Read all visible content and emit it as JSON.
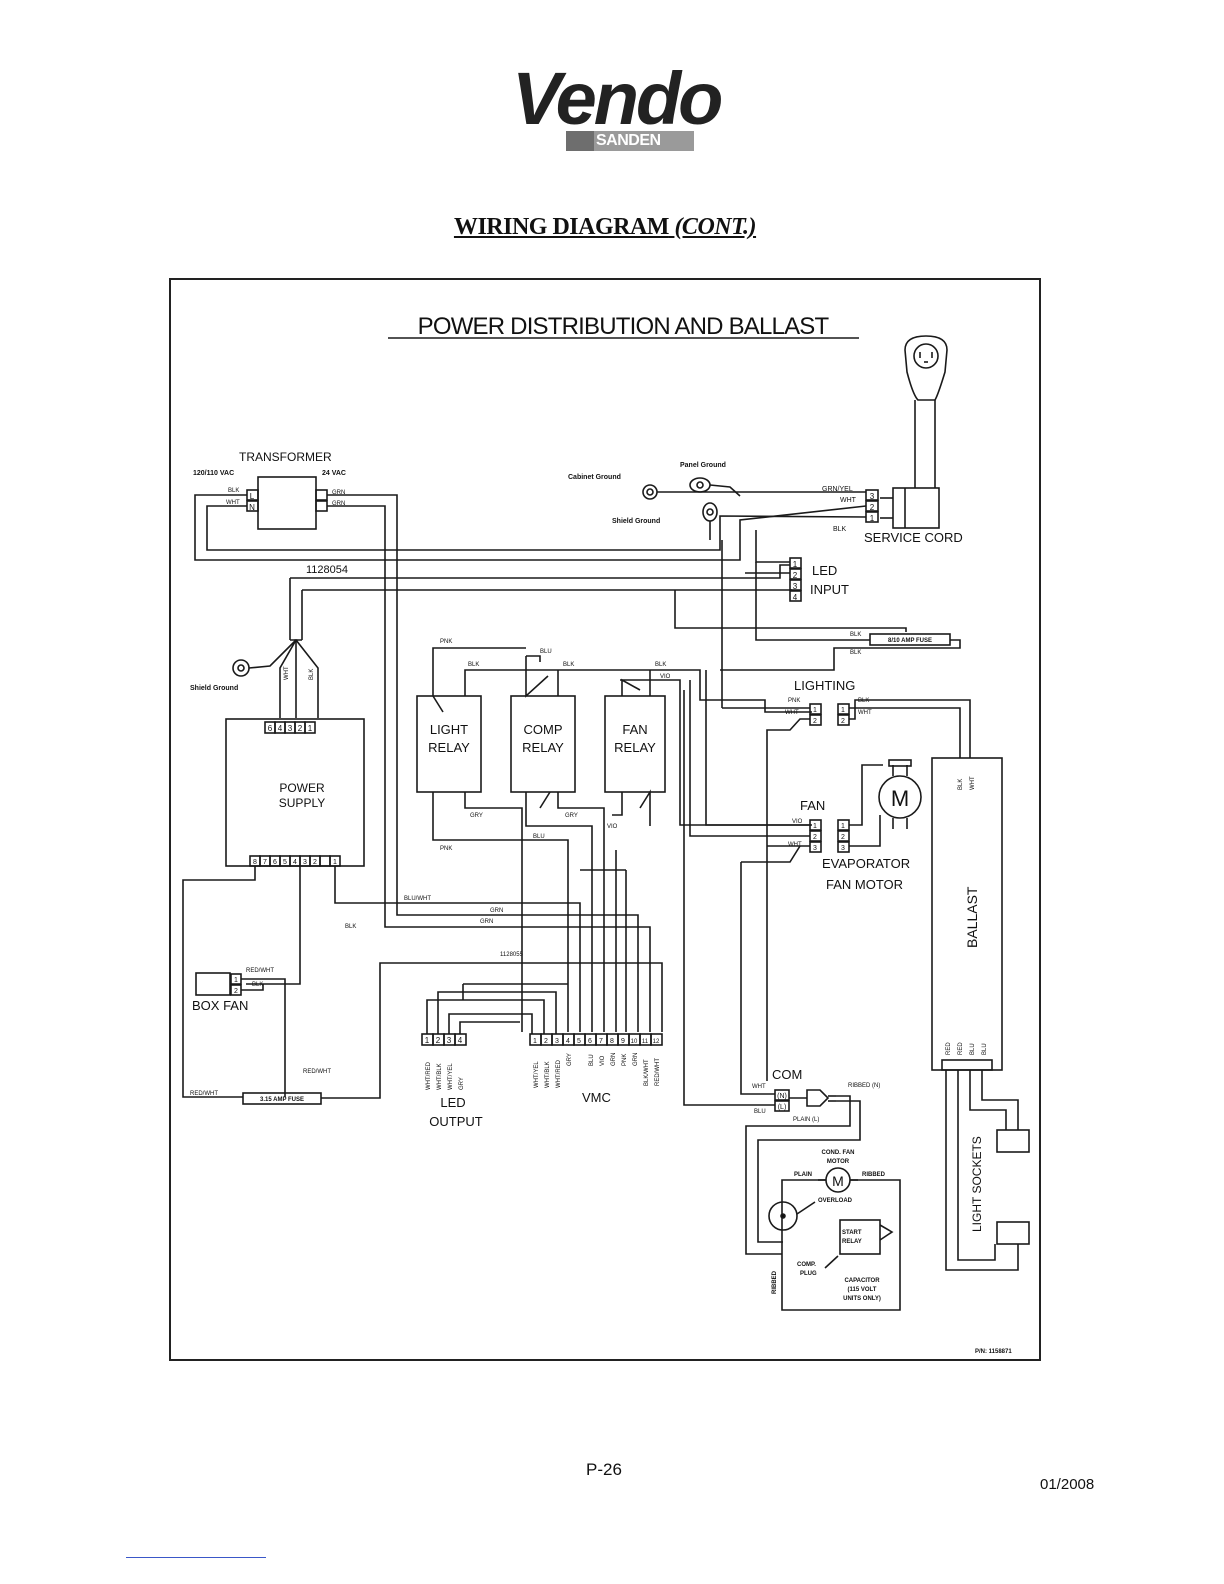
{
  "header": {
    "brand": "Vendo",
    "brand_sub": "SANDEN",
    "title": "WIRING DIAGRAM",
    "title_suffix": "(CONT.)"
  },
  "diagram": {
    "title": "POWER DISTRIBUTION AND BALLAST",
    "part_number": "P/N: 1158871",
    "components": {
      "transformer": "TRANSFORMER",
      "transformer_primary": "120/110 VAC",
      "transformer_secondary": "24 VAC",
      "harness_a": "1128054",
      "harness_b": "1128055",
      "power_supply_1": "POWER",
      "power_supply_2": "SUPPLY",
      "light_relay_1": "LIGHT",
      "light_relay_2": "RELAY",
      "comp_relay_1": "COMP",
      "comp_relay_2": "RELAY",
      "fan_relay_1": "FAN",
      "fan_relay_2": "RELAY",
      "service_cord": "SERVICE CORD",
      "led_input_1": "LED",
      "led_input_2": "INPUT",
      "fuse_8a": "8/10 AMP FUSE",
      "fuse_315": "3.15 AMP FUSE",
      "lighting": "LIGHTING",
      "fan": "FAN",
      "evap_1": "EVAPORATOR",
      "evap_2": "FAN MOTOR",
      "ballast": "BALLAST",
      "box_fan": "BOX FAN",
      "led_output_1": "LED",
      "led_output_2": "OUTPUT",
      "vmc": "VMC",
      "com": "COM",
      "light_sockets": "LIGHT SOCKETS",
      "motor_symbol": "M",
      "cond_fan_1": "COND. FAN",
      "cond_fan_2": "MOTOR",
      "overload": "OVERLOAD",
      "start_relay_1": "START",
      "start_relay_2": "RELAY",
      "comp_plug_1": "COMP.",
      "comp_plug_2": "PLUG",
      "capacitor_1": "CAPACITOR",
      "capacitor_2": "(115 VOLT",
      "capacitor_3": "UNITS ONLY)"
    },
    "grounds": {
      "cabinet": "Cabinet Ground",
      "panel": "Panel Ground",
      "shield_a": "Shield Ground",
      "shield_b": "Shield Ground"
    },
    "wires": {
      "blk": "BLK",
      "wht": "WHT",
      "grn": "GRN",
      "pnk": "PNK",
      "blu": "BLU",
      "vio": "VIO",
      "gry": "GRY",
      "red": "RED",
      "grn_yel": "GRN/YEL",
      "blu_wht": "BLU/WHT",
      "red_wht": "RED/WHT",
      "ribbed_n": "RIBBED (N)",
      "plain_l": "PLAIN (L)",
      "plain": "PLAIN",
      "ribbed": "RIBBED"
    },
    "terminals": {
      "transformer_in": [
        "L",
        "N"
      ],
      "power_supply_top": [
        "6",
        "4",
        "3",
        "2",
        "1"
      ],
      "power_supply_bottom": [
        "8",
        "7",
        "6",
        "5",
        "4",
        "3",
        "2",
        "1"
      ],
      "service_cord": [
        "3",
        "2",
        "1"
      ],
      "led_input": [
        "1",
        "2",
        "3",
        "4"
      ],
      "box_fan": [
        "1",
        "2"
      ],
      "led_output": [
        "1",
        "2",
        "3",
        "4"
      ],
      "vmc": [
        "1",
        "2",
        "3",
        "4",
        "5",
        "6",
        "7",
        "8",
        "9",
        "10",
        "11",
        "12"
      ],
      "com": [
        "(N)",
        "(L)"
      ]
    },
    "led_output_wires": [
      "WHT/RED",
      "WHT/BLK",
      "WHT/YEL",
      "GRY"
    ],
    "vmc_wires": [
      "WHT/YEL",
      "WHT/BLK",
      "WHT/RED",
      "GRY",
      "BLU",
      "VIO",
      "GRN",
      "PNK",
      "GRN",
      "BLK/WHT",
      "RED/WHT"
    ],
    "ballast_wires_top": [
      "BLK",
      "WHT"
    ],
    "ballast_wires_bottom": [
      "RED",
      "RED",
      "BLU",
      "BLU"
    ]
  },
  "footer": {
    "page": "P-26",
    "date": "01/2008"
  }
}
